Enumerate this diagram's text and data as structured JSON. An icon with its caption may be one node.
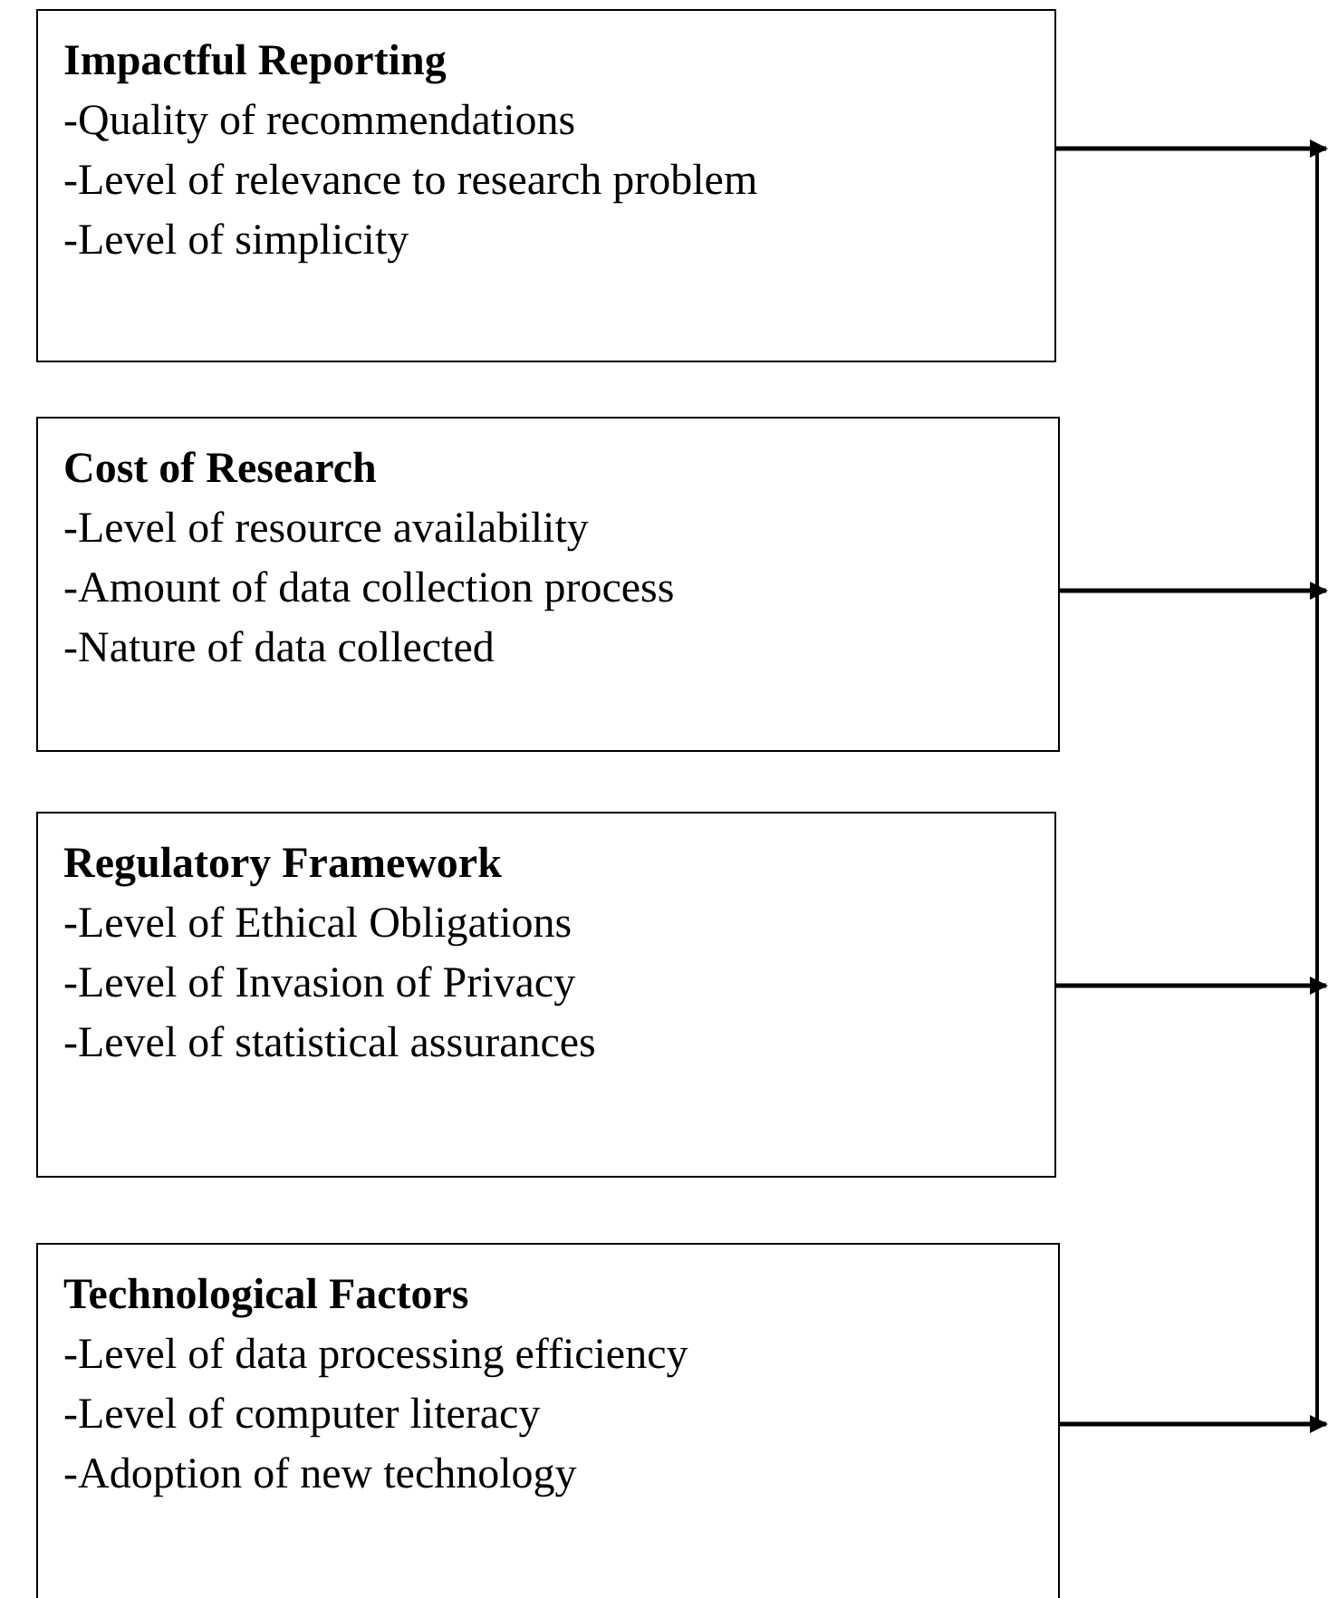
{
  "diagram": {
    "nodes": [
      {
        "text": [
          "Impactful Reporting",
          "-Quality of recommendations",
          "-Level of relevance to research problem",
          "-Level of simplicity"
        ]
      },
      {
        "text": [
          "Cost of Research",
          "-Level of resource availability",
          "-Amount of data collection process",
          "-Nature of data collected"
        ]
      },
      {
        "text": [
          "Regulatory Framework",
          "-Level of Ethical Obligations",
          "-Level of Invasion of Privacy",
          "-Level of statistical assurances"
        ]
      },
      {
        "text": [
          "Technological Factors",
          "-Level of data processing efficiency",
          "-Level of computer literacy",
          "-Adoption of new technology"
        ]
      }
    ],
    "edges": [
      {
        "from": 0,
        "to": null,
        "arrow": "to"
      },
      {
        "from": 1,
        "to": null,
        "arrow": "to"
      },
      {
        "from": 2,
        "to": null,
        "arrow": "to"
      },
      {
        "from": 3,
        "to": null,
        "arrow": "to"
      }
    ]
  }
}
